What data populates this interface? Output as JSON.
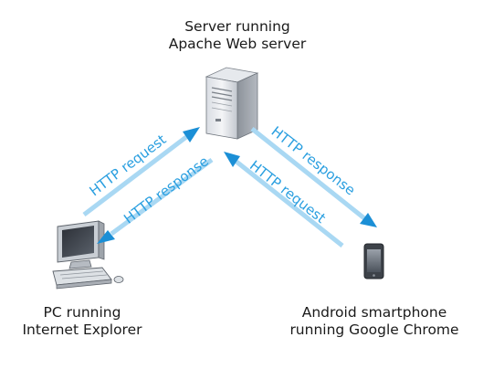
{
  "colors": {
    "arrow_dark": "#1b8fd6",
    "arrow_light": "#a9d8f3",
    "text_arrow": "#2a9fe0",
    "label_text": "#1a1a1a"
  },
  "nodes": {
    "server": {
      "line1": "Server running",
      "line2": "Apache Web server",
      "icon": "server-tower-icon"
    },
    "pc": {
      "line1": "PC running",
      "line2": "Internet Explorer",
      "icon": "desktop-computer-icon"
    },
    "phone": {
      "line1": "Android smartphone",
      "line2": "running Google Chrome",
      "icon": "smartphone-icon"
    }
  },
  "messages": {
    "pc_request": "HTTP request",
    "pc_response": "HTTP response",
    "phone_response": "HTTP response",
    "phone_request": "HTTP request"
  }
}
